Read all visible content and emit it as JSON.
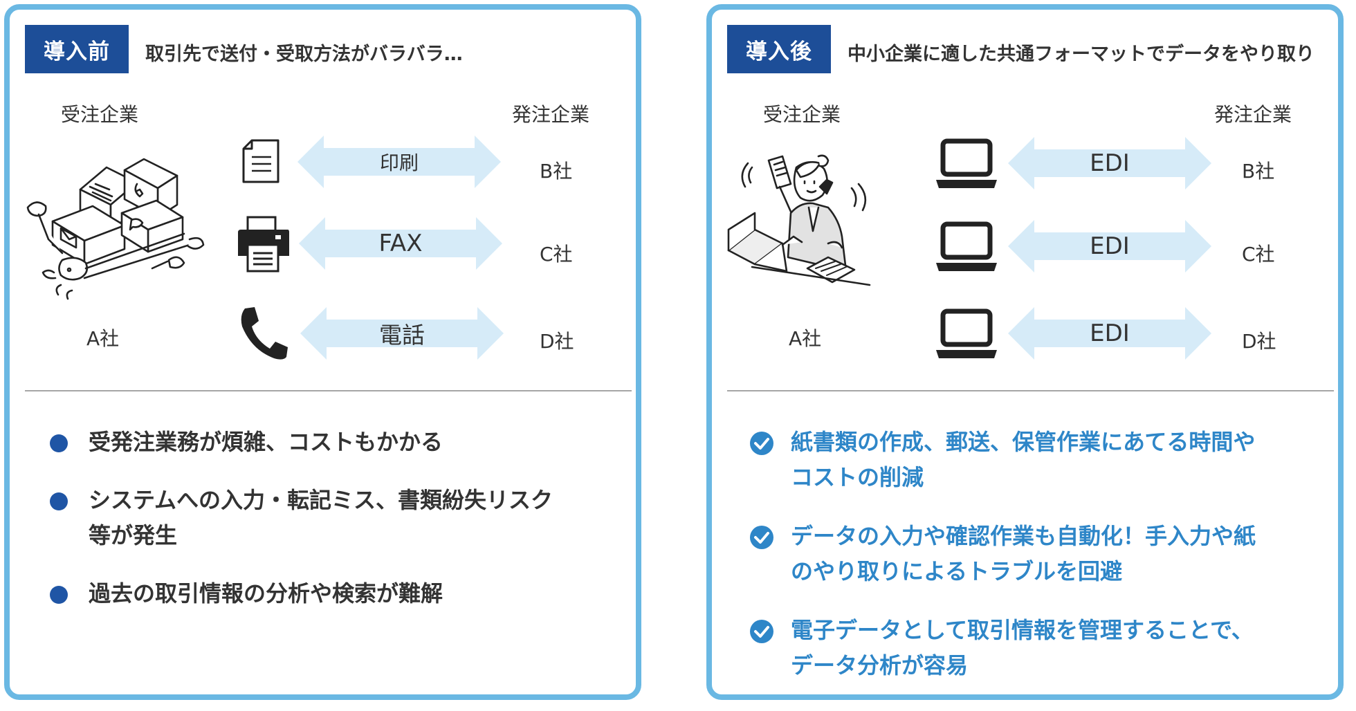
{
  "before": {
    "badge": "導入前",
    "header": "取引先で送付・受取方法がバラバラ…",
    "label_receiver": "受注企業",
    "label_sender": "発注企業",
    "company_a": "A社",
    "rows": [
      {
        "method": "印刷",
        "company": "B社",
        "icon": "document-icon"
      },
      {
        "method": "FAX",
        "company": "C社",
        "icon": "fax-icon"
      },
      {
        "method": "電話",
        "company": "D社",
        "icon": "phone-icon"
      }
    ],
    "bullets": [
      {
        "line1": "受発注業務が煩雑、コストもかかる",
        "line2": ""
      },
      {
        "line1": "システムへの入力・転記ミス、書類紛失リスク",
        "line2": "等が発生"
      },
      {
        "line1": "過去の取引情報の分析や検索が難解",
        "line2": ""
      }
    ]
  },
  "after": {
    "badge": "導入後",
    "header": "中小企業に適した共通フォーマットでデータをやり取り",
    "label_receiver": "受注企業",
    "label_sender": "発注企業",
    "company_a": "A社",
    "rows": [
      {
        "method": "EDI",
        "company": "B社",
        "icon": "laptop-icon"
      },
      {
        "method": "EDI",
        "company": "C社",
        "icon": "laptop-icon"
      },
      {
        "method": "EDI",
        "company": "D社",
        "icon": "laptop-icon"
      }
    ],
    "bullets": [
      {
        "line1": "紙書類の作成、郵送、保管作業にあてる時間や",
        "line2": "コストの削減"
      },
      {
        "line1": "データの入力や確認作業も自動化！手入力や紙",
        "line2": "のやり取りによるトラブルを回避"
      },
      {
        "line1": "電子データとして取引情報を管理することで、",
        "line2": "データ分析が容易"
      }
    ]
  },
  "colors": {
    "panel_border": "#6ab8e3",
    "badge_bg": "#1d4e98",
    "arrow_fill": "#d6ebf8",
    "bullet_dot": "#1f55a5",
    "check": "#2e86c8"
  }
}
